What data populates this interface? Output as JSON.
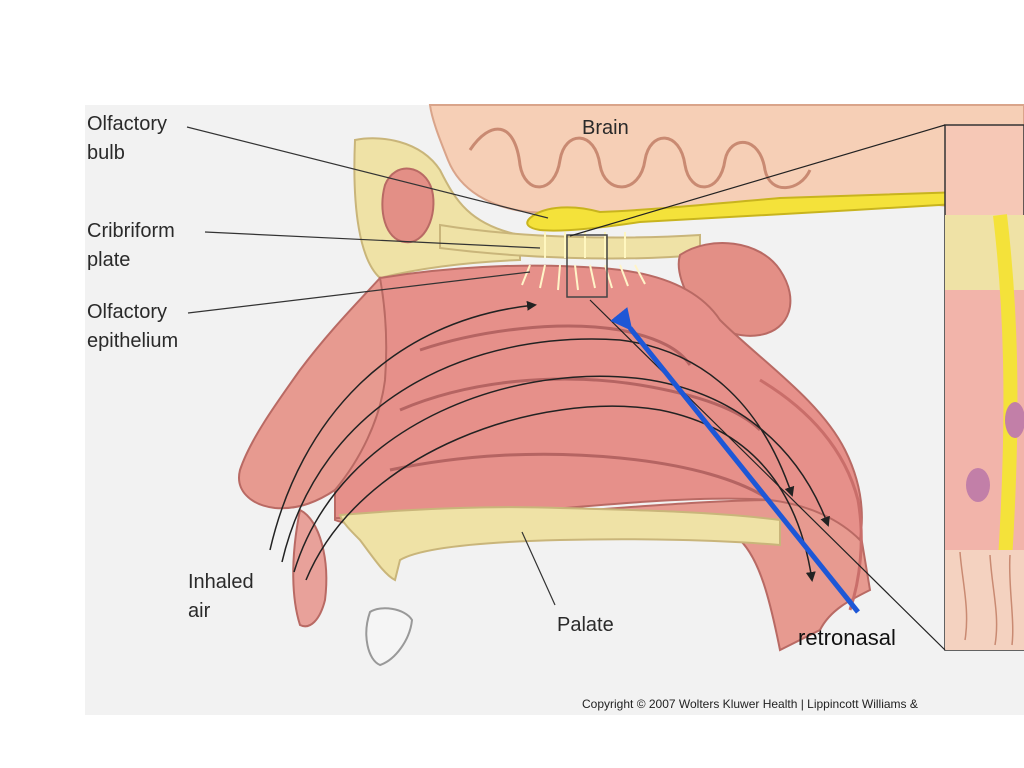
{
  "labels": {
    "olfactory_bulb": [
      "Olfactory",
      "bulb"
    ],
    "brain": "Brain",
    "cribriform_plate": [
      "Cribriform",
      "plate"
    ],
    "olfactory_epithelium": [
      "Olfactory",
      "epithelium"
    ],
    "inhaled_air": [
      "Inhaled",
      "air"
    ],
    "palate": "Palate",
    "retronasal": "retronasal"
  },
  "copyright": "Copyright © 2007 Wolters Kluwer Health | Lippincott Williams &",
  "colors": {
    "background": "#f2f2f2",
    "tissue": "#e79a90",
    "tissue_dark": "#c96e6a",
    "bone": "#efe2a6",
    "brain": "#f6cfb6",
    "bulb": "#f4e23a",
    "arrow_retronasal": "#1e57d6",
    "airflow_arrow": "#222222"
  }
}
